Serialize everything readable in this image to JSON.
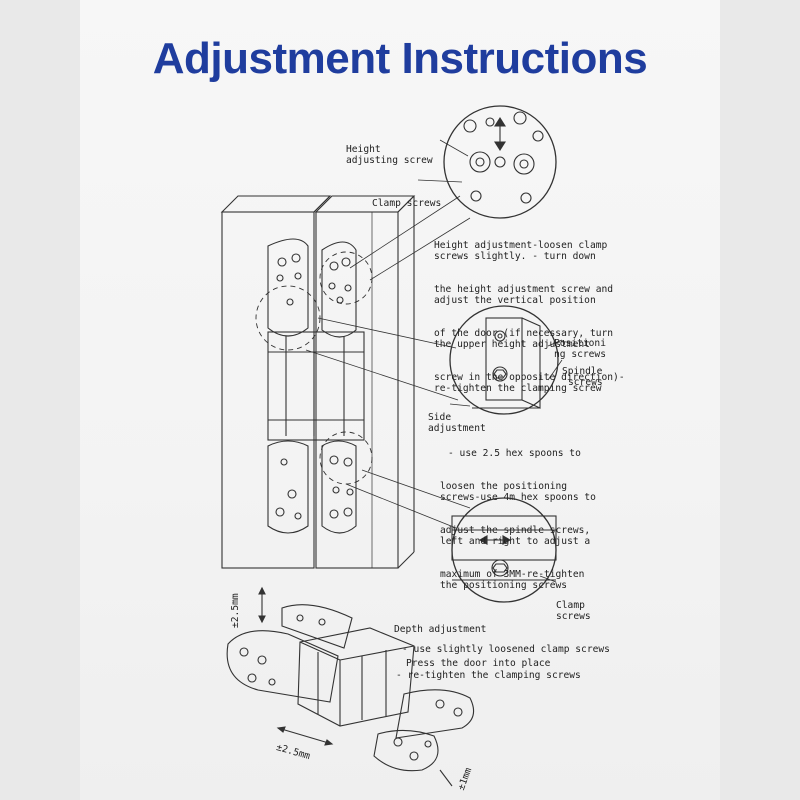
{
  "title": "Adjustment Instructions",
  "labels": {
    "height_screw": [
      "Height",
      "adjusting screw"
    ],
    "clamp_top": [
      "Clamp screws"
    ],
    "height_note": [
      "Height adjustment-loosen clamp",
      "screws slightly. - turn down",
      "the height adjustment screw and",
      "adjust the vertical position",
      "of the door (if necessary, turn",
      "the upper height adjustment",
      "screw in the opposite direction)-",
      "re-tighten the clamping screw"
    ],
    "positioning": [
      "Positioni",
      "ng screws"
    ],
    "spindle": [
      "Spindle",
      "screws"
    ],
    "side": [
      "Side",
      "adjustment"
    ],
    "side_note": [
      "- use 2.5 hex spoons to",
      "loosen the positioning",
      "screws-use 4m hex spoons to",
      "adjust the spindle screws,",
      "left and right to adjust a",
      "maximum of 3MM-re-tighten",
      "the positioning screws"
    ],
    "clamp_bottom": [
      "Clamp",
      "screws"
    ],
    "depth": [
      "Depth adjustment"
    ],
    "depth_note1": [
      "- use slightly loosened clamp screws"
    ],
    "depth_note2": [
      "Press the door into place"
    ],
    "depth_note3": [
      "- re-tighten the clamping screws"
    ],
    "dim_vertical": "±2.5mm",
    "dim_horizontal": "±2.5mm",
    "dim_depth": "±1mm"
  },
  "colors": {
    "title": "#1f3d9e",
    "ink": "#222222"
  }
}
